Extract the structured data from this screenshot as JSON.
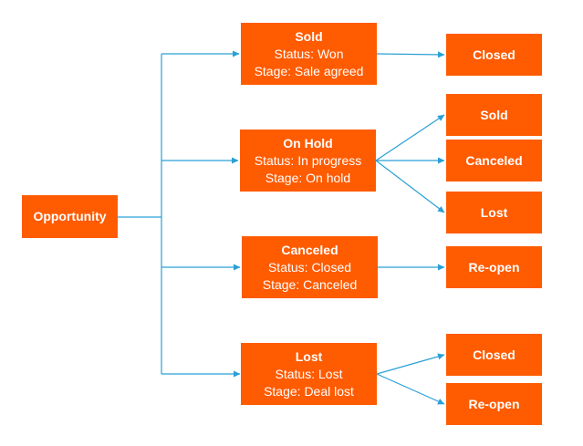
{
  "colors": {
    "node_fill": "#ff5b00",
    "node_text": "#ffffff",
    "connector": "#2aa0d6"
  },
  "opportunity": {
    "label": "Opportunity"
  },
  "sold": {
    "title": "Sold",
    "status": "Status: Won",
    "stage": "Stage: Sale agreed"
  },
  "on_hold": {
    "title": "On Hold",
    "status": "Status: In progress",
    "stage": "Stage: On hold"
  },
  "canceled": {
    "title": "Canceled",
    "status": "Status: Closed",
    "stage": "Stage: Canceled"
  },
  "lost": {
    "title": "Lost",
    "status": "Status: Lost",
    "stage": "Stage: Deal lost"
  },
  "outcomes": {
    "sold_closed": "Closed",
    "on_hold_sold": "Sold",
    "on_hold_canceled": "Canceled",
    "on_hold_lost": "Lost",
    "canceled_reopen": "Re-open",
    "lost_closed": "Closed",
    "lost_reopen": "Re-open"
  }
}
